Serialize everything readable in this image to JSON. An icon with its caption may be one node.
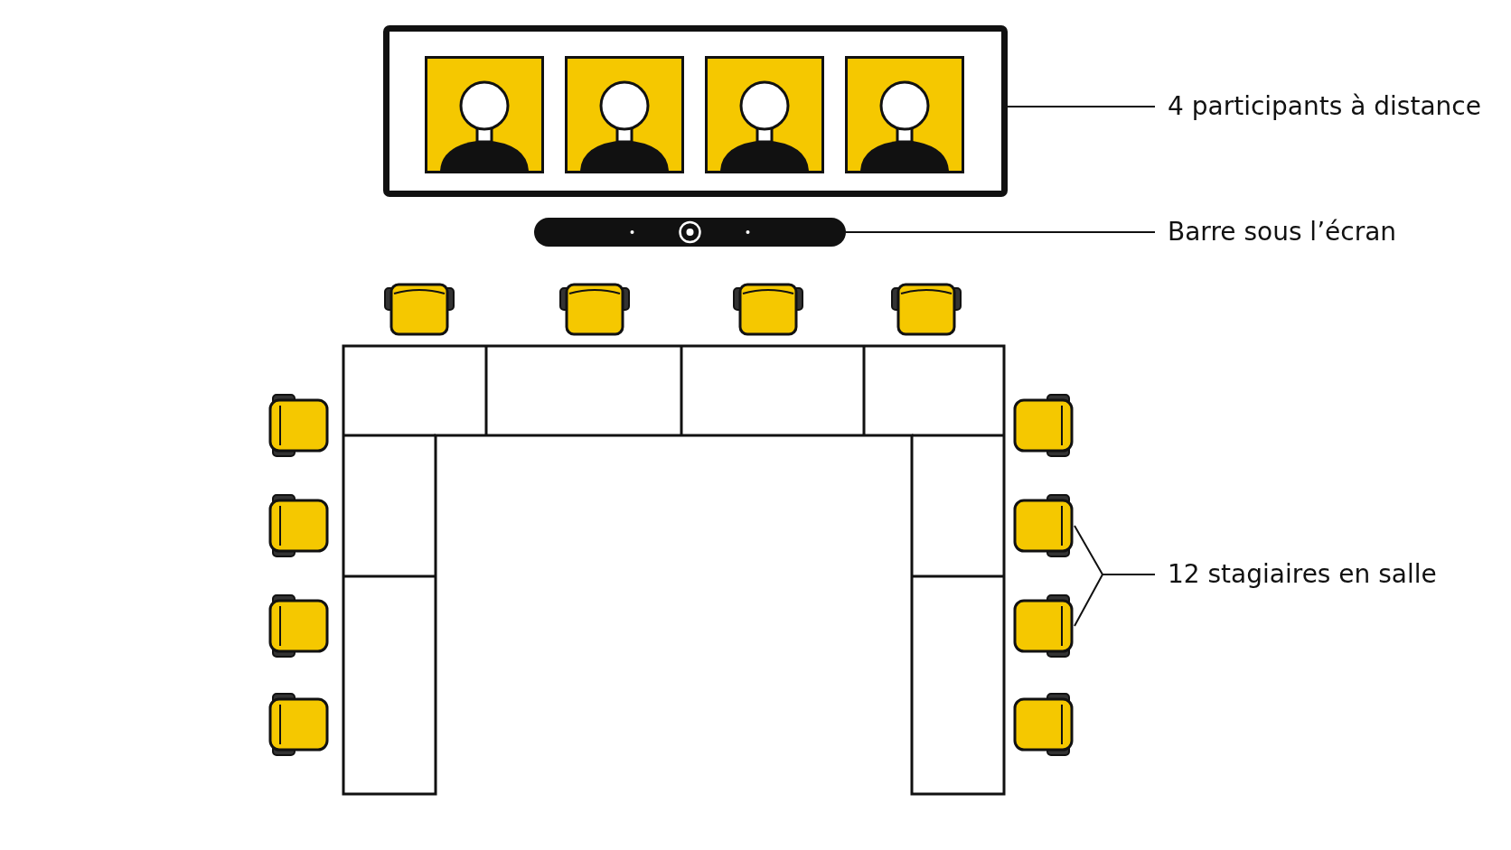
{
  "diagram": {
    "nodes": [
      {
        "text": [],
        "shape": "box"
      },
      {
        "text": [],
        "shape": "person",
        "in": 0
      },
      {
        "text": [],
        "shape": "person",
        "in": 0
      },
      {
        "text": [],
        "shape": "person",
        "in": 0
      },
      {
        "text": [],
        "shape": "person",
        "in": 0
      },
      {
        "text": [
          "4 participants à distance"
        ]
      },
      {
        "text": [],
        "shape": "bar"
      },
      {
        "text": [
          "Barre sous l’écran"
        ]
      },
      {
        "text": [],
        "shape": "chair"
      },
      {
        "text": [],
        "shape": "chair"
      },
      {
        "text": [],
        "shape": "chair"
      },
      {
        "text": [],
        "shape": "chair"
      },
      {
        "text": [],
        "shape": "chair"
      },
      {
        "text": [],
        "shape": "chair"
      },
      {
        "text": [],
        "shape": "chair"
      },
      {
        "text": [],
        "shape": "chair"
      },
      {
        "text": [
          "12 stagiaires en salle"
        ]
      },
      {
        "text": [],
        "shape": "chair"
      },
      {
        "text": [],
        "shape": "chair"
      },
      {
        "text": [],
        "shape": "chair"
      },
      {
        "text": [],
        "shape": "chair"
      }
    ],
    "edges": [
      {
        "from": 5,
        "to": 0,
        "arrow": "none"
      },
      {
        "from": 7,
        "to": 6,
        "arrow": "none"
      },
      {
        "from": 16,
        "to": 15,
        "arrow": "none"
      },
      {
        "from": 16,
        "to": 18,
        "arrow": "none"
      }
    ]
  }
}
